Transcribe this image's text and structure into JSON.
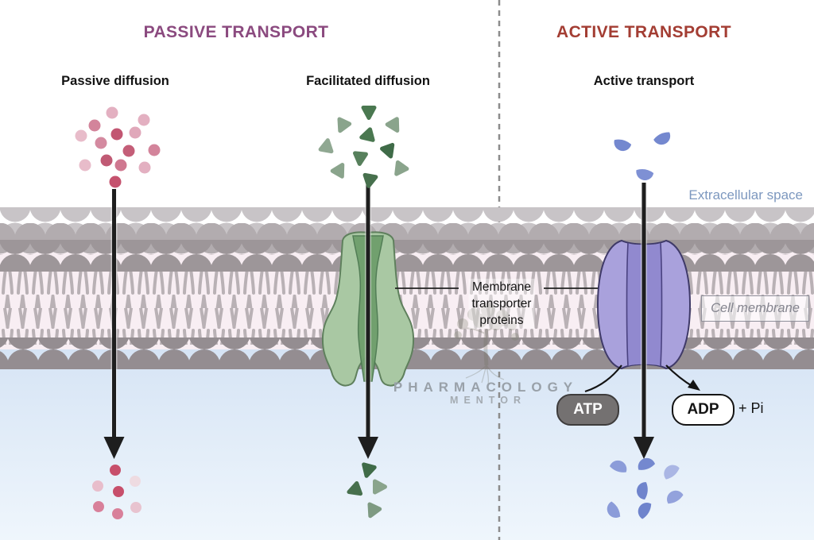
{
  "header": {
    "passive_title": "PASSIVE TRANSPORT",
    "active_title": "ACTIVE TRANSPORT"
  },
  "columns": {
    "passive_diffusion": "Passive diffusion",
    "facilitated_diffusion": "Facilitated diffusion",
    "active_transport": "Active transport"
  },
  "membrane": {
    "extracellular_label": "Extracellular space",
    "cell_membrane_label": "Cell membrane",
    "transporter_label": [
      "Membrane",
      "transporter",
      "proteins"
    ]
  },
  "energy": {
    "atp_label": "ATP",
    "adp_label": "ADP",
    "pi_label": "+ Pi"
  },
  "watermark": {
    "brand_line1": "PHARMACOLOGY",
    "brand_line2": "MENTOR"
  },
  "colors": {
    "passive_title": "#8b4a7f",
    "active_title": "#a33d33",
    "extracellular_text": "#7d98bf",
    "cell_membrane_text": "#85858f",
    "atp_pill_fill": "#747171",
    "solute_pink_dark": "#c5526e",
    "solute_pink_light": "#e8bcca",
    "solute_green_dark": "#3f6b48",
    "solute_green_light": "#8aa48c",
    "solute_blue": "#7488cf",
    "green_transporter": "#a9c8a3",
    "purple_transporter": "#a9a1dc",
    "intracellular_bg": "#d7e5f5"
  }
}
